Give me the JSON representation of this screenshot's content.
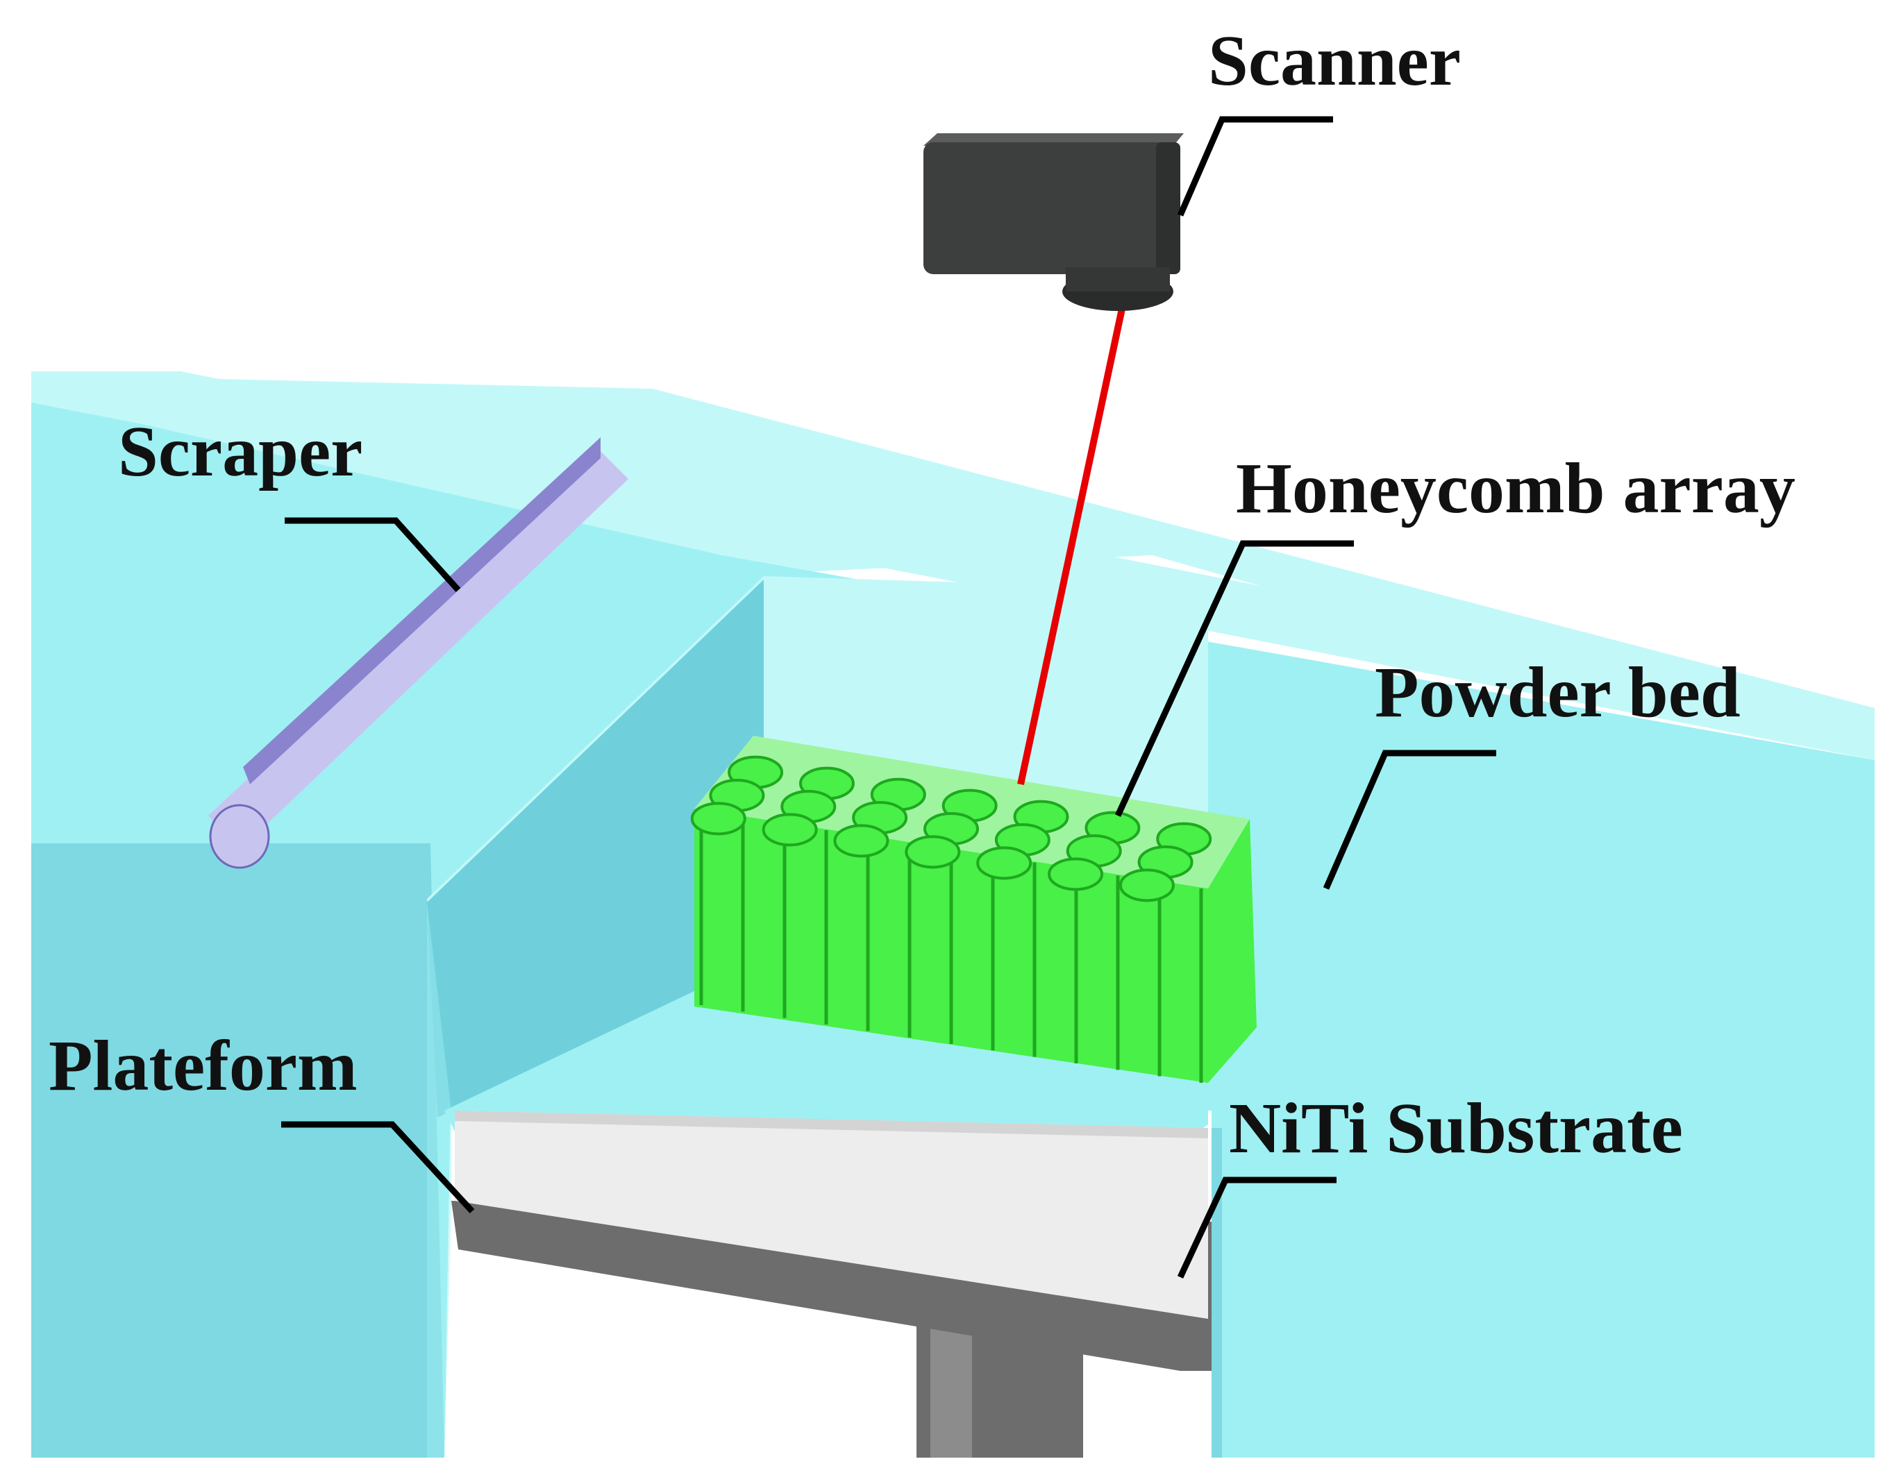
{
  "labels": {
    "scanner": "Scanner",
    "scraper": "Scraper",
    "honeycomb": "Honeycomb array",
    "powder_bed": "Powder bed",
    "plateform": "Plateform",
    "substrate": "NiTi Substrate"
  },
  "colors": {
    "powder": "#9ff0f2",
    "powder_light": "#c3f8f9",
    "powder_dark": "#6fd0dc",
    "powder_side": "#7fd9e2",
    "honeycomb": "#48f048",
    "honeycomb_dark": "#1fa81f",
    "honeycomb_light": "#9ff59f",
    "laser": "#e60000",
    "scanner": "#3c3f3d",
    "scraper": "#c8c4f0",
    "scraper_dark": "#8a84cf",
    "substrate": "#ededed",
    "platform": "#6d6d6d",
    "leader": "#000000"
  }
}
